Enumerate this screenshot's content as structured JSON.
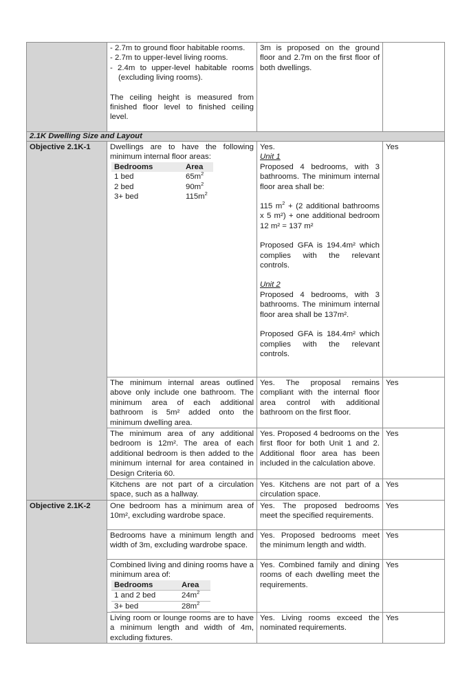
{
  "row0": {
    "control_items": [
      "- 2.7m to ground floor habitable rooms.",
      "- 2.7m to upper-level living rooms.",
      "- 2.4m to upper-level habitable rooms (excluding living rooms)."
    ],
    "control_note": "The ceiling height is measured from finished floor level to finished ceiling level.",
    "proposal": "3m is proposed on the ground floor and 2.7m on the first floor of both dwellings."
  },
  "section": {
    "title": "2.1K Dwelling Size and Layout"
  },
  "obj1": {
    "label": "Objective 2.1K-1",
    "r1": {
      "control": "Dwellings are to have the following minimum internal floor areas:",
      "table": {
        "headers": [
          "Bedrooms",
          "Area"
        ],
        "rows": [
          [
            "1 bed",
            "65m",
            "2"
          ],
          [
            "2 bed",
            "90m",
            "2"
          ],
          [
            "3+ bed",
            "115m",
            "2"
          ]
        ]
      },
      "p_yes": "Yes.",
      "p_unit1": "Unit 1",
      "p_u1a": "Proposed 4 bedrooms, with 3 bathrooms. The minimum internal floor area shall be:",
      "p_u1b_pre": "115 m",
      "p_u1b_sup": "2",
      "p_u1b_post": " + (2 additional bathrooms x 5 m²) + one additional bedroom 12 m² = 137 m²",
      "p_u1c": "Proposed GFA is 194.4m² which complies with the relevant controls.",
      "p_unit2": "Unit 2",
      "p_u2a": "Proposed 4 bedrooms, with 3 bathrooms. The minimum internal floor area shall be 137m².",
      "p_u2b": "Proposed GFA is 184.4m² which complies with the relevant controls.",
      "result": "Yes"
    },
    "r2": {
      "control": "The minimum internal areas outlined above only include one bathroom. The minimum area of each additional bathroom is 5m² added onto the minimum dwelling area.",
      "proposal": "Yes. The proposal remains compliant with the internal floor area control with additional bathroom on the first floor.",
      "result": "Yes"
    },
    "r3": {
      "control": "The minimum area of any additional bedroom is 12m². The area of each additional bedroom is then added to the minimum internal for area contained in Design Criteria 60.",
      "proposal": "Yes. Proposed 4 bedrooms on the first floor for both Unit 1 and 2. Additional floor area has been included in the calculation above.",
      "result": "Yes"
    },
    "r4": {
      "control": "Kitchens are not part of a circulation space, such as a hallway.",
      "proposal": "Yes. Kitchens are not part of a circulation space.",
      "result": "Yes"
    }
  },
  "obj2": {
    "label": "Objective 2.1K-2",
    "r1": {
      "control": "One bedroom has a minimum area of 10m², excluding wardrobe space.",
      "proposal": "Yes. The proposed bedrooms meet the specified requirements.",
      "result": "Yes"
    },
    "r2": {
      "control": "Bedrooms have a minimum length and width of 3m, excluding wardrobe space.",
      "proposal": "Yes. Proposed bedrooms meet the minimum length and width.",
      "result": "Yes"
    },
    "r3": {
      "control": "Combined living and dining rooms have a minimum area of:",
      "table": {
        "headers": [
          "Bedrooms",
          "Area"
        ],
        "rows": [
          [
            "1 and 2 bed",
            "24m",
            "2"
          ],
          [
            "3+ bed",
            "28m",
            "2"
          ]
        ]
      },
      "proposal": "Yes. Combined family and dining rooms of each dwelling meet the requirements.",
      "result": "Yes"
    },
    "r4": {
      "control": "Living room or lounge rooms are to have a minimum length and width of 4m, excluding fixtures.",
      "proposal": "Yes. Living rooms exceed the nominated requirements.",
      "result": "Yes"
    }
  }
}
